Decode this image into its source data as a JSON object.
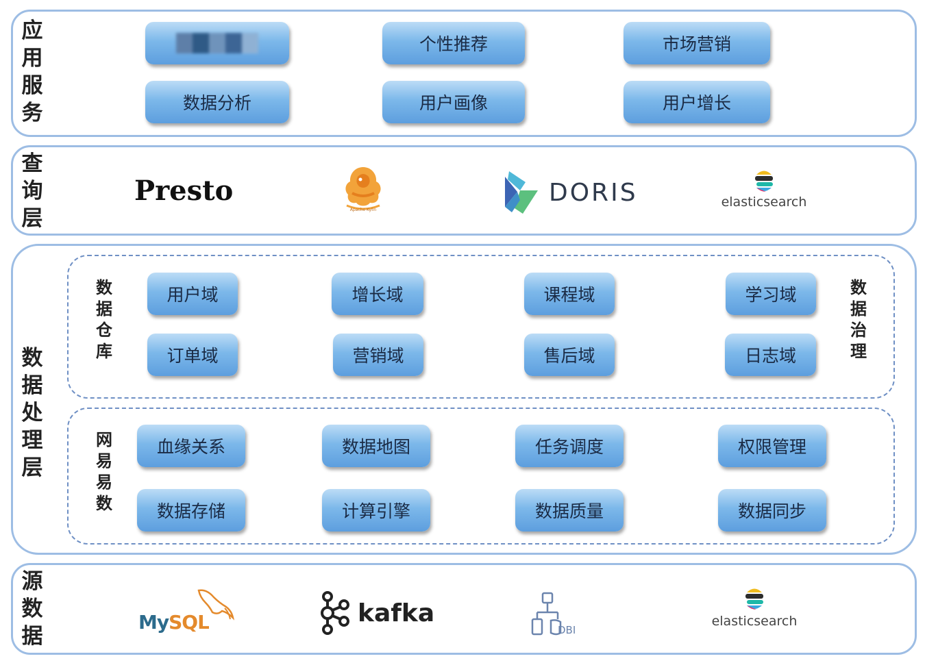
{
  "layers": {
    "app": {
      "label": [
        "应",
        "用",
        "服",
        "务"
      ],
      "buttons": [
        "",
        "个性推荐",
        "市场营销",
        "数据分析",
        "用户画像",
        "用户增长"
      ]
    },
    "query": {
      "label": [
        "查",
        "询",
        "层"
      ],
      "logos": {
        "presto": "Presto",
        "kylin": "Apache Kylin",
        "doris": "DORIS",
        "elasticsearch": "elasticsearch"
      }
    },
    "processing": {
      "label": [
        "数",
        "据",
        "处",
        "理",
        "层"
      ],
      "warehouse": {
        "label": [
          "数",
          "据",
          "仓",
          "库"
        ],
        "buttons": [
          "用户域",
          "增长域",
          "课程域",
          "学习域",
          "订单域",
          "营销域",
          "售后域",
          "日志域"
        ]
      },
      "governance_label": [
        "数",
        "据",
        "治",
        "理"
      ],
      "netease": {
        "label": [
          "网",
          "易",
          "易",
          "数"
        ],
        "buttons": [
          "血缘关系",
          "数据地图",
          "任务调度",
          "权限管理",
          "数据存储",
          "计算引擎",
          "数据质量",
          "数据同步"
        ]
      }
    },
    "source": {
      "label": [
        "源",
        "数",
        "据"
      ],
      "logos": {
        "mysql": "MySQL",
        "kafka": "kafka",
        "dbi": "DBI",
        "elasticsearch": "elasticsearch"
      }
    }
  },
  "colors": {
    "border": "#9dbde4",
    "dashed": "#6e8fc4",
    "button_top": "#bcdcf6",
    "button_bottom": "#5d9ede"
  }
}
